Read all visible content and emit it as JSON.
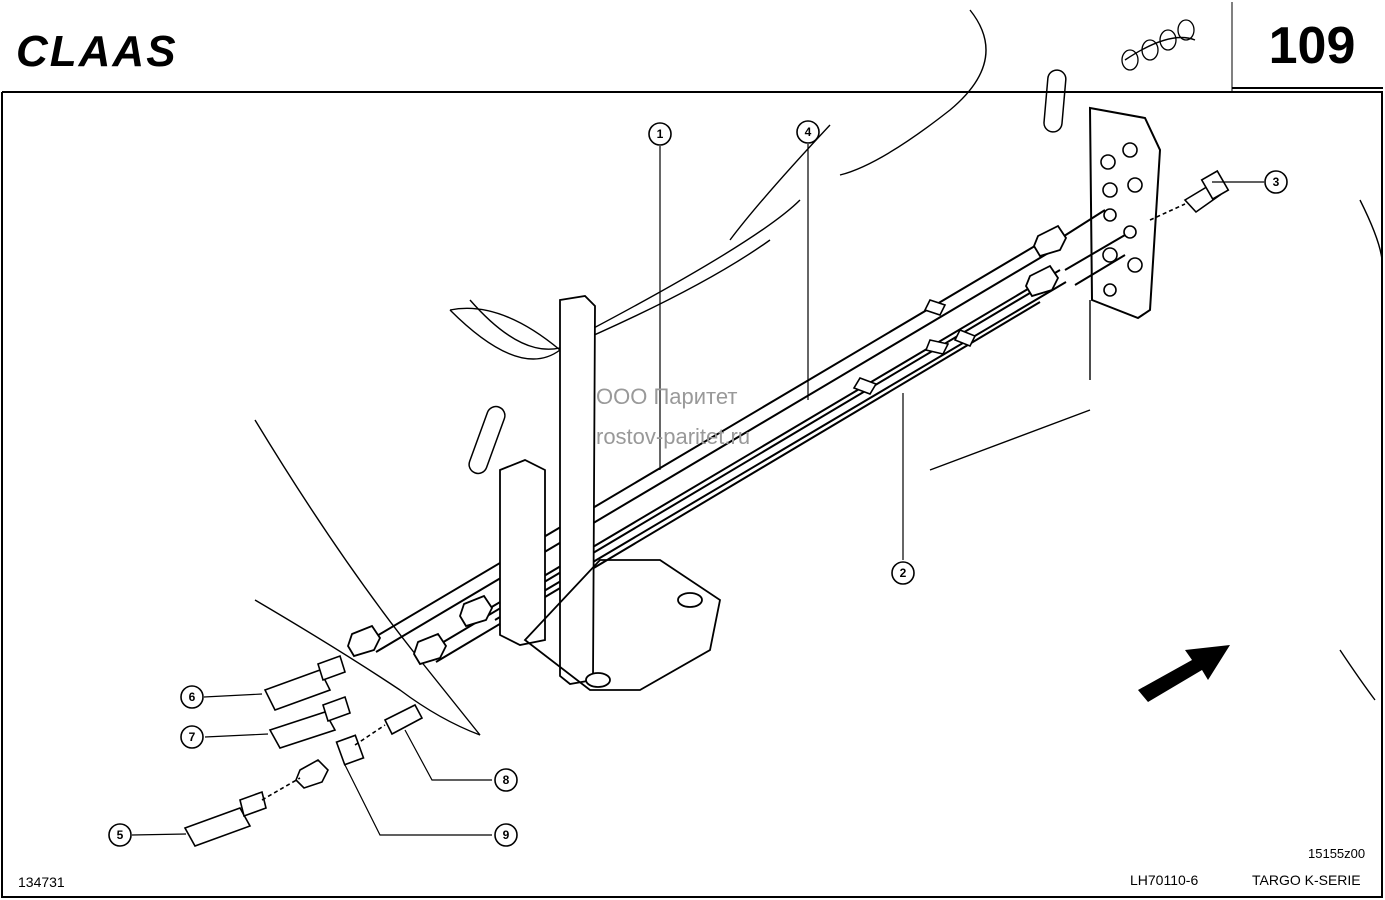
{
  "header": {
    "brand": "CLAAS",
    "page_number": "109"
  },
  "watermark": {
    "line1": "ООО Паритет",
    "line2": "rostov-paritet.ru"
  },
  "footer": {
    "doc_id": "134731",
    "image_ref": "15155z00",
    "code": "LH70110-6",
    "series": "TARGO K-SERIE"
  },
  "callouts": [
    "1",
    "2",
    "3",
    "4",
    "5",
    "6",
    "7",
    "8",
    "9"
  ]
}
